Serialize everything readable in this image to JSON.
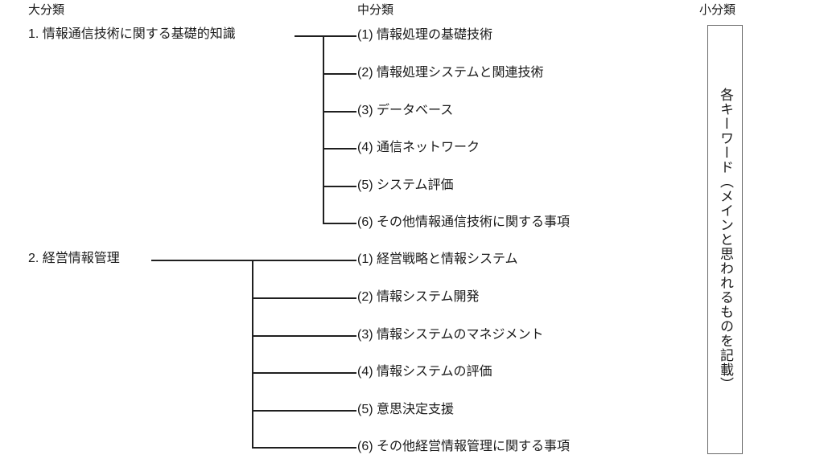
{
  "headers": {
    "major": "大分類",
    "middle": "中分類",
    "minor": "小分類"
  },
  "groups": [
    {
      "id": "group-1",
      "major_label": "1. 情報通信技術に関する基礎的知識",
      "items": [
        {
          "label": "(1) 情報処理の基礎技術"
        },
        {
          "label": "(2) 情報処理システムと関連技術"
        },
        {
          "label": "(3) データベース"
        },
        {
          "label": "(4) 通信ネットワーク"
        },
        {
          "label": "(5) システム評価"
        },
        {
          "label": "(6) その他情報通信技術に関する事項"
        }
      ]
    },
    {
      "id": "group-2",
      "major_label": "2. 経営情報管理",
      "items": [
        {
          "label": "(1) 経営戦略と情報システム"
        },
        {
          "label": "(2) 情報システム開発"
        },
        {
          "label": "(3) 情報システムのマネジメント"
        },
        {
          "label": "(4) 情報システムの評価"
        },
        {
          "label": "(5) 意思決定支援"
        },
        {
          "label": "(6) その他経営情報管理に関する事項"
        }
      ]
    }
  ],
  "minor_box": {
    "text": "各キーワード（メインと思われるものを記載）"
  },
  "colors": {
    "text": "#1a1a1a",
    "line": "#1f1f1f",
    "box_border": "#6b6b6b",
    "background": "#ffffff"
  }
}
